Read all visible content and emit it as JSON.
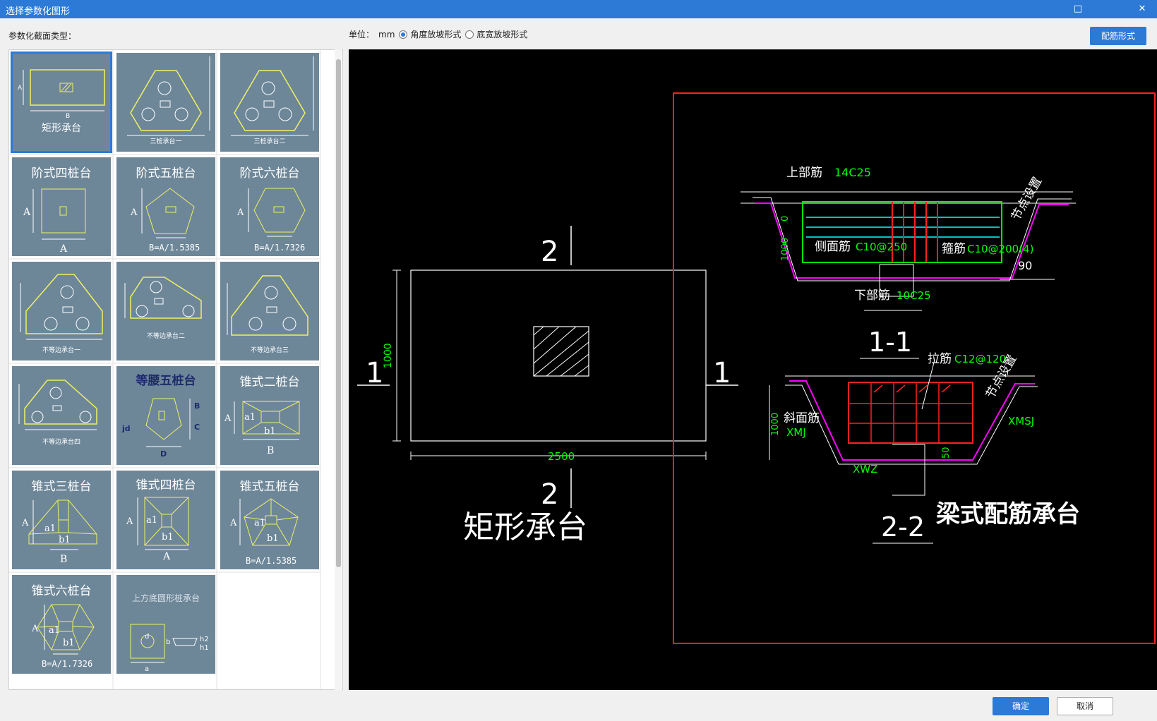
{
  "window": {
    "title": "选择参数化图形",
    "maximize_icon": "□",
    "close_icon": "✕"
  },
  "toolbar": {
    "section_label": "参数化截面类型：",
    "unit_label": "单位：",
    "unit_value": "mm",
    "radio_angle": "角度放坡形式",
    "radio_width": "底宽放坡形式",
    "selected_radio": "angle",
    "rebar_button": "配筋形式"
  },
  "gallery": {
    "items": [
      {
        "label": "矩形承台",
        "selected": true
      },
      {
        "label": "三桩承台一"
      },
      {
        "label": "三桩承台二"
      },
      {
        "label": "阶式四桩台",
        "dim_a": "A",
        "dim_b": "A"
      },
      {
        "label": "阶式五桩台",
        "dim_a": "A",
        "formula": "B=A/1.5385"
      },
      {
        "label": "阶式六桩台",
        "dim_a": "A",
        "formula": "B=A/1.7326"
      },
      {
        "label": "不等边承台一"
      },
      {
        "label": "不等边承台二"
      },
      {
        "label": "不等边承台三"
      },
      {
        "label": "不等边承台四"
      },
      {
        "label": "等腰五桩台",
        "jd": "jd",
        "b": "B",
        "c": "C",
        "d": "D"
      },
      {
        "label": "锥式二桩台",
        "a": "A",
        "a1": "a1",
        "b1": "b1",
        "b": "B"
      },
      {
        "label": "锥式三桩台",
        "a": "A",
        "a1": "a1",
        "b1": "b1",
        "b": "B"
      },
      {
        "label": "锥式四桩台",
        "a": "A",
        "a1": "a1",
        "b1": "b1",
        "b": "A"
      },
      {
        "label": "锥式五桩台",
        "a": "A",
        "a1": "a1",
        "b1": "b1",
        "formula": "B=A/1.5385"
      },
      {
        "label": "锥式六桩台",
        "a": "A",
        "a1": "a1",
        "b1": "b1",
        "formula": "B=A/1.7326"
      },
      {
        "label": "上方底圆形桩承台",
        "d": "d",
        "b": "b",
        "a": "a",
        "h2": "h2",
        "h1": "h1"
      }
    ],
    "rect_small": {
      "a": "A",
      "b": "B"
    }
  },
  "preview": {
    "plan": {
      "title": "矩形承台",
      "section_2": "2",
      "section_1": "1",
      "width_dim": "2500",
      "height_dim": "1000"
    },
    "section_1_1": {
      "label": "1-1",
      "top_rebar_label": "上部筋",
      "top_rebar_value": "14C25",
      "side_rebar_label": "侧面筋",
      "side_rebar_value": "C10@250",
      "stirrup_label": "箍筋",
      "stirrup_value": "C10@200(4)",
      "bottom_rebar_label": "下部筋",
      "bottom_rebar_value": "10C25",
      "node_label": "节点设置",
      "angle": "90",
      "dim_0": "0",
      "dim_1000": "1000"
    },
    "section_2_2": {
      "label": "2-2",
      "tie_label": "拉筋",
      "tie_value": "C12@120",
      "slope_label": "斜面筋",
      "xmj": "XMJ",
      "xmsj": "XMSJ",
      "xwz": "XWZ",
      "node_label": "节点设置",
      "dim_1000": "1000",
      "dim_50": "50"
    },
    "beam_title": "梁式配筋承台",
    "colors": {
      "dim": "#00ff00",
      "line": "#ffffff",
      "highlight": "#ff2020",
      "magenta": "#ff00ff",
      "cyan": "#00ffff"
    }
  },
  "footer": {
    "ok": "确定",
    "cancel": "取消"
  }
}
